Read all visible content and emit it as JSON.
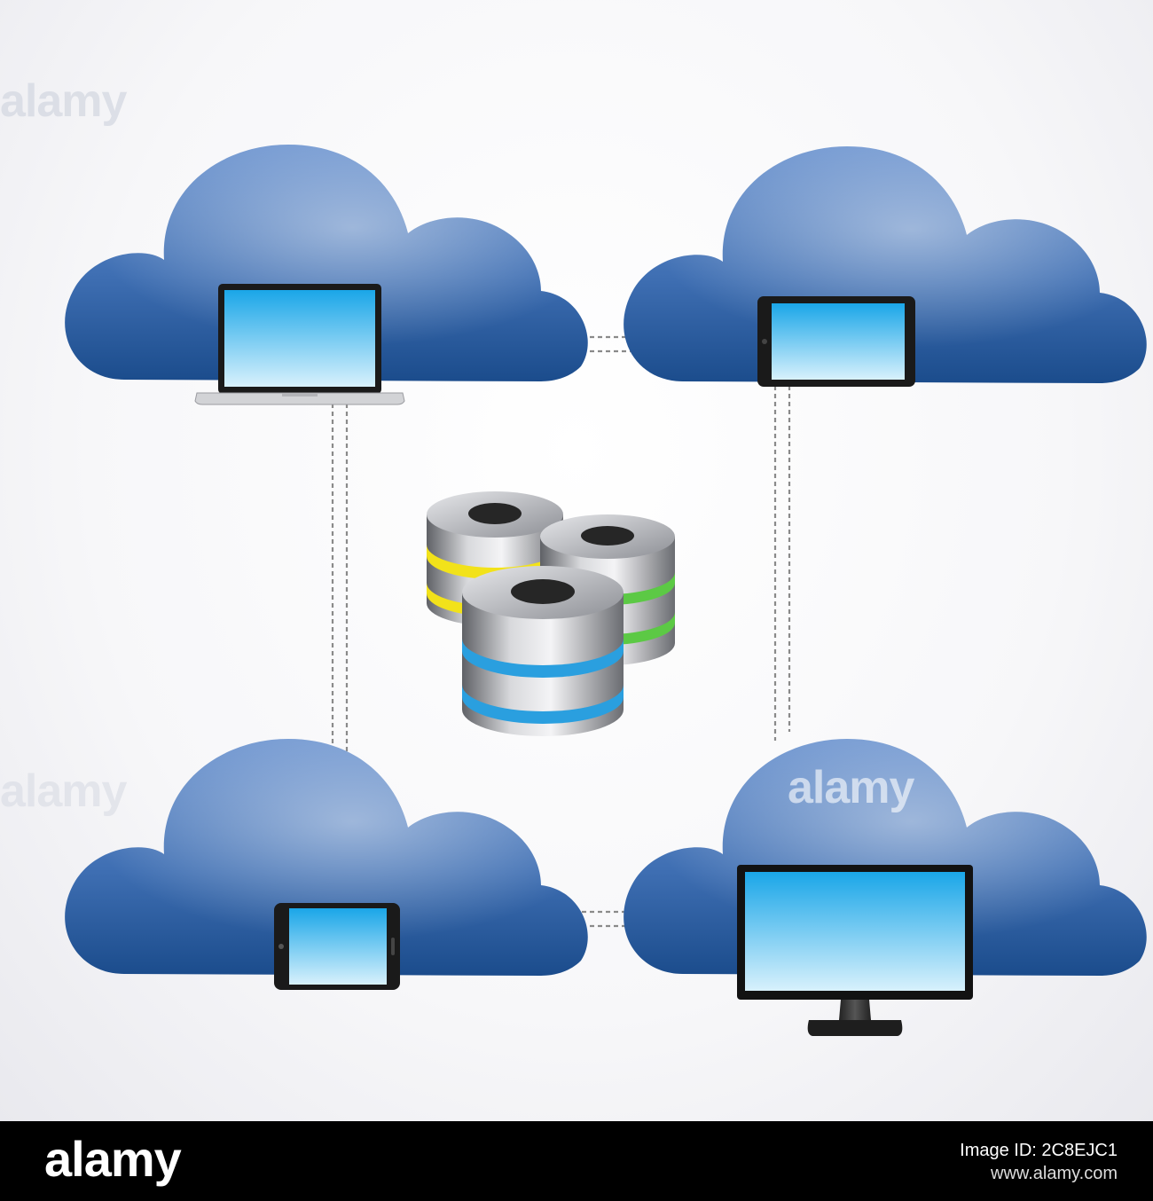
{
  "watermark": "alamy",
  "footer": {
    "brand": "alamy",
    "image_id_label": "Image ID: 2C8EJC1",
    "site": "www.alamy.com"
  },
  "colors": {
    "cloud_light": "#5b86c6",
    "cloud_dark": "#1d4f8f",
    "screen": "#35b4ec",
    "connector": "#888888",
    "disk_band_yellow": "#f2e21a",
    "disk_band_green": "#5cc945",
    "disk_band_blue": "#2a9fdf"
  },
  "diagram": {
    "nodes": [
      {
        "id": "cloud-top-left",
        "device": "laptop-icon"
      },
      {
        "id": "cloud-top-right",
        "device": "tablet-icon"
      },
      {
        "id": "cloud-bottom-left",
        "device": "smartphone-icon"
      },
      {
        "id": "cloud-bottom-right",
        "device": "monitor-icon"
      },
      {
        "id": "center",
        "device": "database-servers-icon"
      }
    ],
    "edges": [
      [
        "cloud-top-left",
        "cloud-top-right"
      ],
      [
        "cloud-top-left",
        "cloud-bottom-left"
      ],
      [
        "cloud-top-right",
        "cloud-bottom-right"
      ],
      [
        "cloud-bottom-left",
        "cloud-bottom-right"
      ]
    ]
  }
}
